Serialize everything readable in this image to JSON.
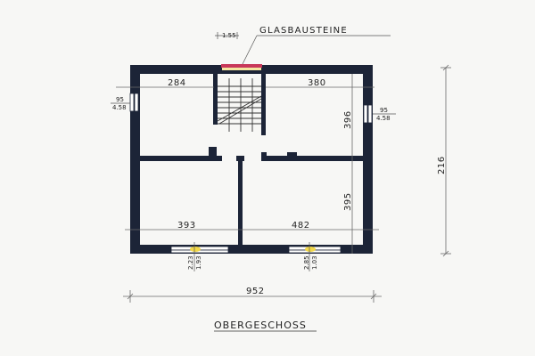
{
  "plan": {
    "title": "OBERGESCHOSS",
    "callout_label": "GLASBAUSTEINE",
    "callout_dim": "1.55",
    "colors": {
      "wall": "#1c2437",
      "background": "#f7f7f5",
      "glass_block": "#c8385a",
      "glass_block_fill": "#f3e6a0",
      "window_highlight": "#f2d84a"
    },
    "dimensions": {
      "overall_width": "952",
      "overall_height": "216",
      "room_top_left_width": "284",
      "room_top_right_width": "380",
      "room_top_right_depth": "396",
      "room_bottom_left_width": "393",
      "room_bottom_right_width": "482",
      "room_bottom_right_depth": "395",
      "window_left_top": "95",
      "window_left_bottom": "4.58",
      "window_right_top": "95",
      "window_right_bottom": "4.58",
      "window_bottom_left_top": "2.23",
      "window_bottom_left_bottom": "1.93",
      "window_bottom_right_top": "2.85",
      "window_bottom_right_bottom": "1.03"
    }
  }
}
